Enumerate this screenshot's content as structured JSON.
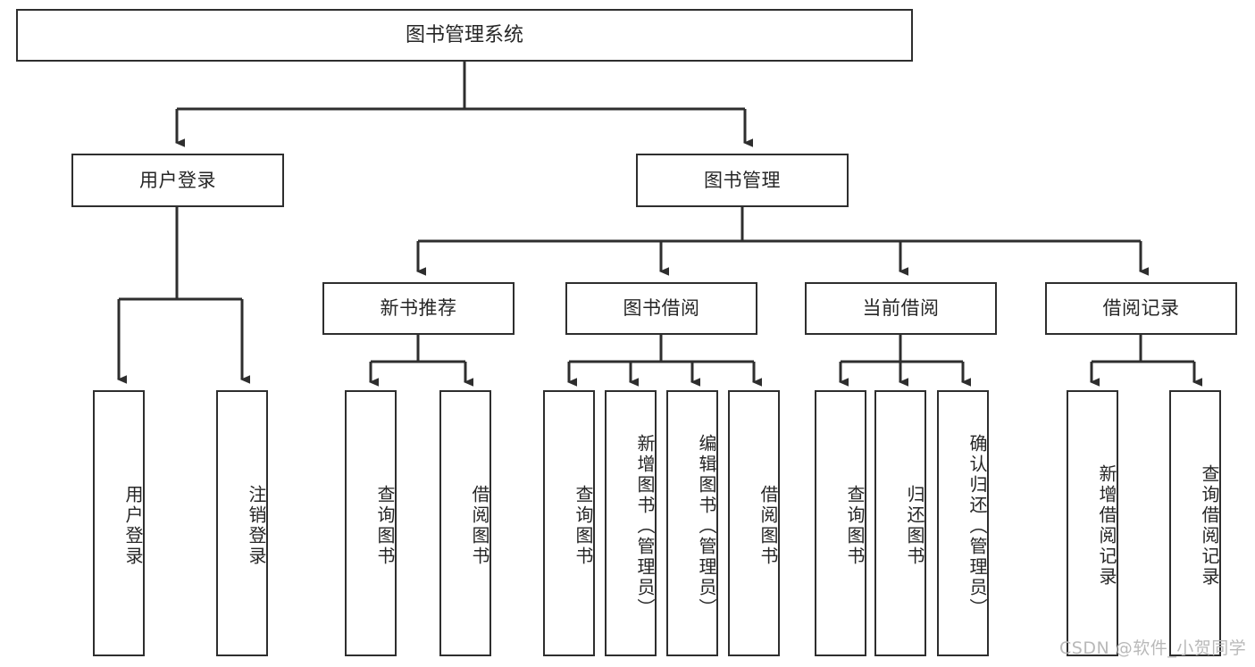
{
  "diagram": {
    "title": "图书管理系统",
    "type": "tree",
    "root": {
      "id": "root",
      "label": "图书管理系统"
    },
    "level2": [
      {
        "id": "user-login",
        "label": "用户登录"
      },
      {
        "id": "book-manage",
        "label": "图书管理"
      }
    ],
    "level3": [
      {
        "id": "new-book-rec",
        "label": "新书推荐",
        "parent": "book-manage"
      },
      {
        "id": "book-borrow",
        "label": "图书借阅",
        "parent": "book-manage"
      },
      {
        "id": "current-borrow",
        "label": "当前借阅",
        "parent": "book-manage"
      },
      {
        "id": "borrow-record",
        "label": "借阅记录",
        "parent": "book-manage"
      }
    ],
    "leaves": [
      {
        "id": "leaf-user-login",
        "label": "用户登录",
        "parent": "user-login"
      },
      {
        "id": "leaf-logout",
        "label": "注销登录",
        "parent": "user-login"
      },
      {
        "id": "leaf-query-book-1",
        "label": "查询图书",
        "parent": "new-book-rec"
      },
      {
        "id": "leaf-borrow-book-1",
        "label": "借阅图书",
        "parent": "new-book-rec"
      },
      {
        "id": "leaf-query-book-2",
        "label": "查询图书",
        "parent": "book-borrow"
      },
      {
        "id": "leaf-add-book",
        "label": "新增图书（管理员）",
        "parent": "book-borrow"
      },
      {
        "id": "leaf-edit-book",
        "label": "编辑图书（管理员）",
        "parent": "book-borrow"
      },
      {
        "id": "leaf-borrow-book-2",
        "label": "借阅图书",
        "parent": "book-borrow"
      },
      {
        "id": "leaf-query-book-3",
        "label": "查询图书",
        "parent": "current-borrow"
      },
      {
        "id": "leaf-return-book",
        "label": "归还图书",
        "parent": "current-borrow"
      },
      {
        "id": "leaf-confirm-return",
        "label": "确认归还（管理员）",
        "parent": "current-borrow"
      },
      {
        "id": "leaf-add-record",
        "label": "新增借阅记录",
        "parent": "borrow-record"
      },
      {
        "id": "leaf-query-record",
        "label": "查询借阅记录",
        "parent": "borrow-record"
      }
    ],
    "watermark": "CSDN @软件_小贺同学",
    "colors": {
      "stroke": "#2e2e2e",
      "text": "#262626",
      "background": "#ffffff",
      "watermark": "#b9b9b9"
    }
  }
}
